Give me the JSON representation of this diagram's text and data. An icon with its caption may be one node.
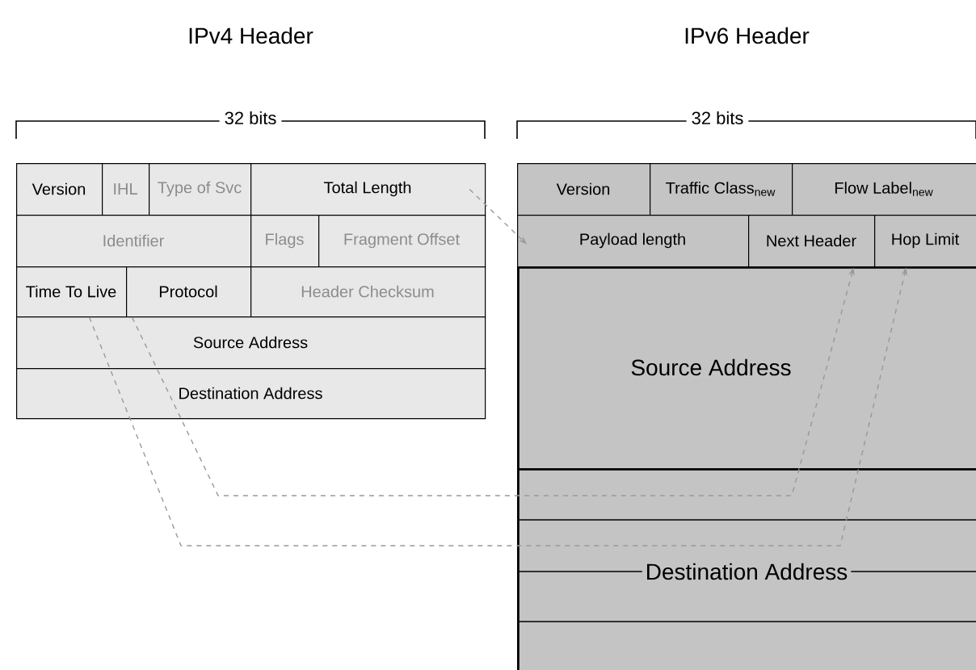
{
  "diagram": {
    "nodes": [
      {
        "text": [
          "Version"
        ]
      },
      {
        "text": [
          "IHL"
        ]
      },
      {
        "text": [
          "Type of Svc"
        ]
      },
      {
        "text": [
          "Total Length"
        ]
      },
      {
        "text": [
          "Identifier"
        ]
      },
      {
        "text": [
          "Flags"
        ]
      },
      {
        "text": [
          "Fragment Offset"
        ]
      },
      {
        "text": [
          "Time To Live"
        ]
      },
      {
        "text": [
          "Protocol"
        ]
      },
      {
        "text": [
          "Header Checksum"
        ]
      },
      {
        "text": [
          "Source Address"
        ]
      },
      {
        "text": [
          "Destination Address"
        ]
      },
      {
        "text": [
          "Version"
        ]
      },
      {
        "text": [
          "Traffic Class$_{new}$"
        ]
      },
      {
        "text": [
          "Flow Label$_{new}$"
        ]
      },
      {
        "text": [
          "Payload length"
        ]
      },
      {
        "text": [
          "Next Header"
        ]
      },
      {
        "text": [
          "Hop Limit"
        ]
      },
      {
        "text": [
          "Source Address"
        ]
      },
      {
        "text": [
          "Destination Address"
        ]
      }
    ],
    "edges": [
      {
        "from": 3,
        "to": 15,
        "arrow": "to",
        "style": "dashed"
      },
      {
        "from": 8,
        "to": 16,
        "arrow": "to",
        "style": "dashed"
      },
      {
        "from": 7,
        "to": 17,
        "arrow": "to",
        "style": "dashed"
      }
    ],
    "labels": [
      "IPv4 Header",
      "IPv6 Header",
      "32 bits",
      "32 bits"
    ]
  }
}
